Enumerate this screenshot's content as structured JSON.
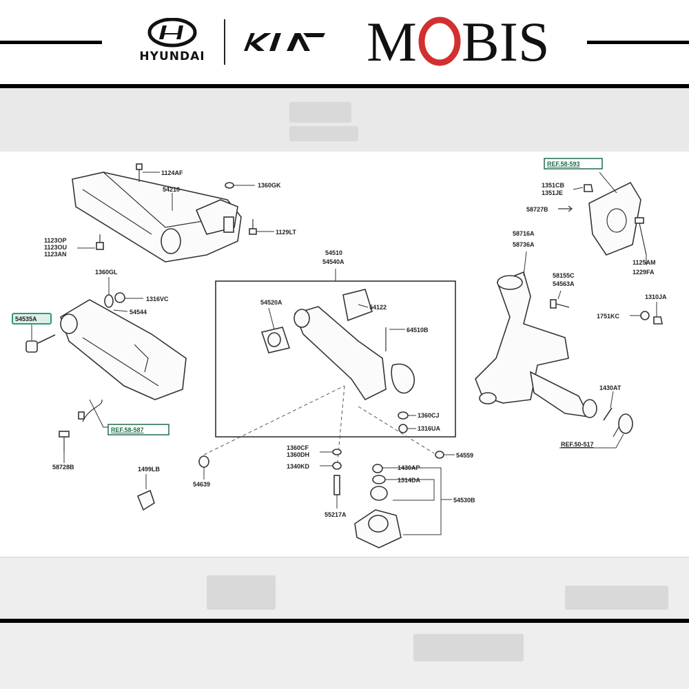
{
  "brands": {
    "hyundai": "HYUNDAI",
    "kia": "KIA",
    "mobis": "MOBIS",
    "mobis_o_color": "#d32f2f"
  },
  "diagram": {
    "labels": {
      "p1124AF": "1124AF",
      "p54210": "54210",
      "p1360GK": "1360GK",
      "p1129LT": "1129LT",
      "p1123OP": "1123OP",
      "p1123OU": "1123OU",
      "p1123AN": "1123AN",
      "p1360GL": "1360GL",
      "p1316VC": "1316VC",
      "p54544": "54544",
      "p54535A": "54535A",
      "p54510": "54510",
      "p54540A": "54540A",
      "p54520A": "54520A",
      "p54122": "54122",
      "p64510B": "64510B",
      "p1360CJ": "1360CJ",
      "p1316UA": "1316UA",
      "p58728B": "58728B",
      "p1499LB": "1499LB",
      "p54639": "54639",
      "p1360CF": "1360CF",
      "p1360DH": "1360DH",
      "p1340KD": "1340KD",
      "p55217A": "55217A",
      "p1430AP": "1430AP",
      "p1314DA": "1314DA",
      "p54530B": "54530B",
      "p54559": "54559",
      "ref58593": "REF.58-593",
      "p1351CB": "1351CB",
      "p1351JE": "1351JE",
      "p58727B": "58727B",
      "p1125AM": "1125AM",
      "p1229FA": "1229FA",
      "p58716A": "58716A",
      "p58736A": "58736A",
      "p58155C": "58155C",
      "p54563A": "54563A",
      "p1310JA": "1310JA",
      "p1751KC": "1751KC",
      "p1430AT": "1430AT",
      "ref50517": "REF.50-517",
      "ref58587": "REF.58-587"
    }
  }
}
